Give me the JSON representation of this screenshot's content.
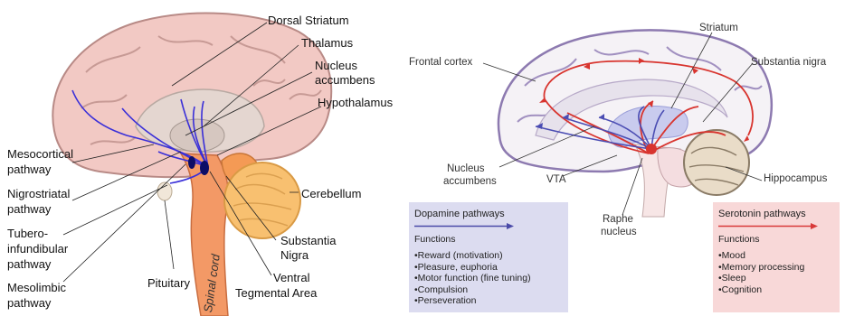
{
  "left": {
    "labels": {
      "dorsal_striatum": "Dorsal Striatum",
      "thalamus": "Thalamus",
      "nucleus_accumbens_1": "Nucleus",
      "nucleus_accumbens_2": "accumbens",
      "hypothalamus": "Hypothalamus",
      "mesocortical_1": "Mesocortical",
      "mesocortical_2": "pathway",
      "nigrostriatal_1": "Nigrostriatal",
      "nigrostriatal_2": "pathway",
      "tubero_1": "Tubero-",
      "tubero_2": "infundibular",
      "tubero_3": "pathway",
      "mesolimbic_1": "Mesolimbic",
      "mesolimbic_2": "pathway",
      "pituitary": "Pituitary",
      "spinal_cord": "Spinal cord",
      "cerebellum": "Cerebellum",
      "substantia_1": "Substantia",
      "substantia_2": "Nigra",
      "ventral_1": "Ventral",
      "ventral_2": "Tegmental Area"
    }
  },
  "right": {
    "labels": {
      "striatum": "Striatum",
      "frontal_cortex": "Frontal cortex",
      "substantia_nigra": "Substantia nigra",
      "nucleus_accumbens_1": "Nucleus",
      "nucleus_accumbens_2": "accumbens",
      "vta": "VTA",
      "raphe_1": "Raphe",
      "raphe_2": "nucleus",
      "hippocampus": "Hippocampus"
    },
    "dopamine_box": {
      "title": "Dopamine pathways",
      "functions_label": "Functions",
      "items": [
        "•Reward (motivation)",
        "•Pleasure, euphoria",
        "•Motor function (fine tuning)",
        "•Compulsion",
        "•Perseveration"
      ],
      "bg": "#dcdcf0",
      "arrow_color": "#4a4aa8"
    },
    "serotonin_box": {
      "title": "Serotonin pathways",
      "functions_label": "Functions",
      "items": [
        "•Mood",
        "•Memory processing",
        "•Sleep",
        "•Cognition"
      ],
      "bg": "#f8d8d8",
      "arrow_color": "#d83a3a"
    }
  }
}
